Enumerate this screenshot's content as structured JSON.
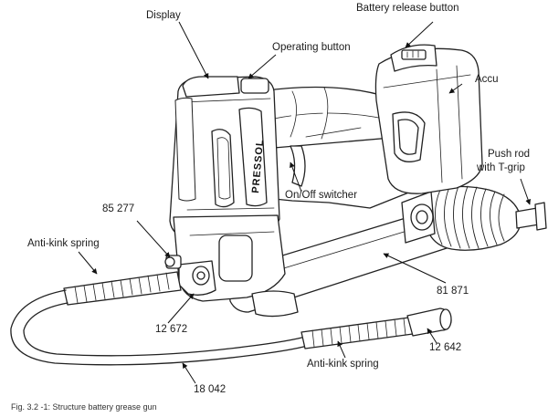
{
  "brand": "PRESSOL",
  "labels": {
    "display": "Display",
    "battery_release_button": "Battery release button",
    "operating_button": "Operating button",
    "accu": "Accu",
    "push_rod_line1": "Push rod",
    "push_rod_line2": "with T-grip",
    "on_off_switcher": "On/Off switcher",
    "part_85277": "85 277",
    "anti_kink_spring_top": "Anti-kink spring",
    "part_81871": "81 871",
    "part_12672": "12 672",
    "part_12642": "12 642",
    "part_18042": "18 042",
    "anti_kink_spring_bottom": "Anti-kink spring"
  },
  "caption": "Fig. 3.2 -1: Structure battery grease gun"
}
